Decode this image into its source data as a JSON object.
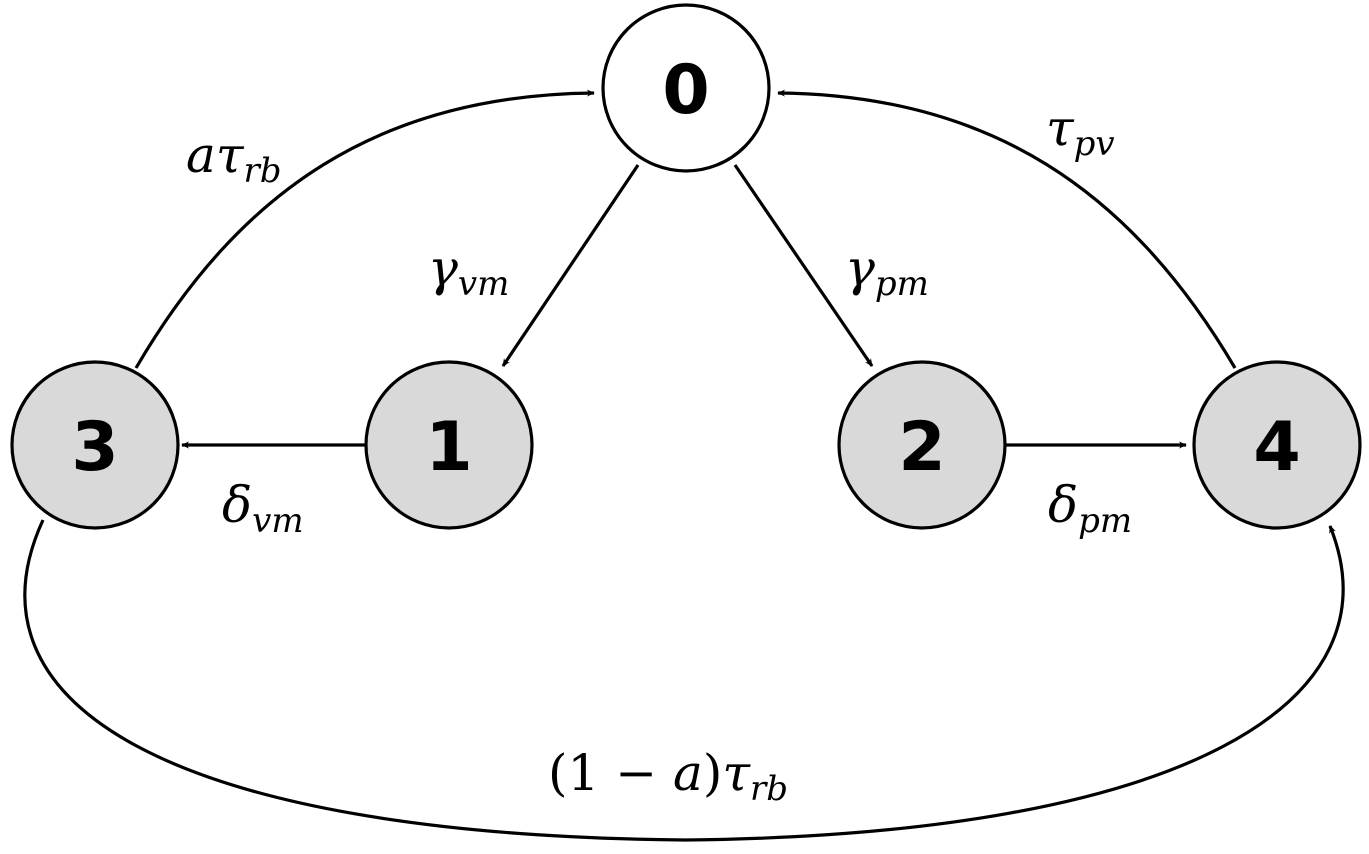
{
  "colors": {
    "stroke": "#000000",
    "absorbing_fill": "#d9d9d9",
    "root_fill": "#ffffff"
  },
  "nodes": [
    {
      "id": "0",
      "label": "0",
      "style": "root"
    },
    {
      "id": "1",
      "label": "1",
      "style": "shaded"
    },
    {
      "id": "2",
      "label": "2",
      "style": "shaded"
    },
    {
      "id": "3",
      "label": "3",
      "style": "shaded"
    },
    {
      "id": "4",
      "label": "4",
      "style": "shaded"
    }
  ],
  "edges": [
    {
      "from": "0",
      "to": "1",
      "label": {
        "base": "γ",
        "sub": "vm"
      }
    },
    {
      "from": "0",
      "to": "2",
      "label": {
        "base": "γ",
        "sub": "pm"
      }
    },
    {
      "from": "1",
      "to": "3",
      "label": {
        "base": "δ",
        "sub": "vm"
      }
    },
    {
      "from": "2",
      "to": "4",
      "label": {
        "base": "δ",
        "sub": "pm"
      }
    },
    {
      "from": "3",
      "to": "0",
      "label": {
        "prefix": "a",
        "base": "τ",
        "sub": "rb"
      }
    },
    {
      "from": "4",
      "to": "0",
      "label": {
        "base": "τ",
        "sub": "pv"
      }
    },
    {
      "from": "3",
      "to": "4",
      "label": {
        "prefix_open": "(",
        "prefix_one": "1",
        "prefix_minus": " − ",
        "prefix_a": "a",
        "prefix_close": ")",
        "base": "τ",
        "sub": "rb"
      }
    }
  ]
}
